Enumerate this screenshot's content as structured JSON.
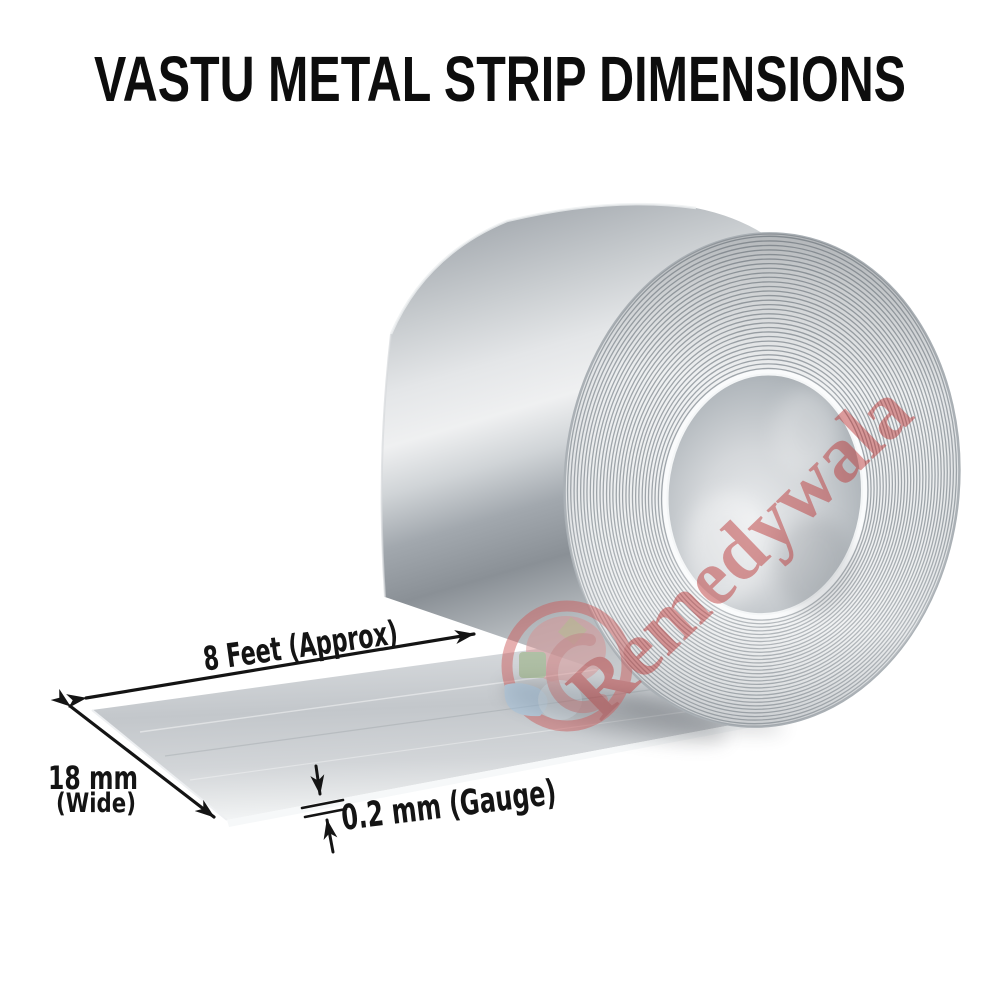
{
  "title": "VASTU METAL STRIP DIMENSIONS",
  "dimensions": {
    "length": {
      "label": "8 Feet (Approx)"
    },
    "width": {
      "line1": "18 mm",
      "line2": "(Wide)"
    },
    "gauge": {
      "label": "0.2 mm (Gauge)"
    }
  },
  "watermark": {
    "brand": "Remedywala"
  },
  "colors": {
    "annotation": "#141414",
    "watermark_red": "#bc3535",
    "metal_light": "#eef0f1",
    "metal_dark": "#8f959b",
    "background": "#ffffff"
  }
}
